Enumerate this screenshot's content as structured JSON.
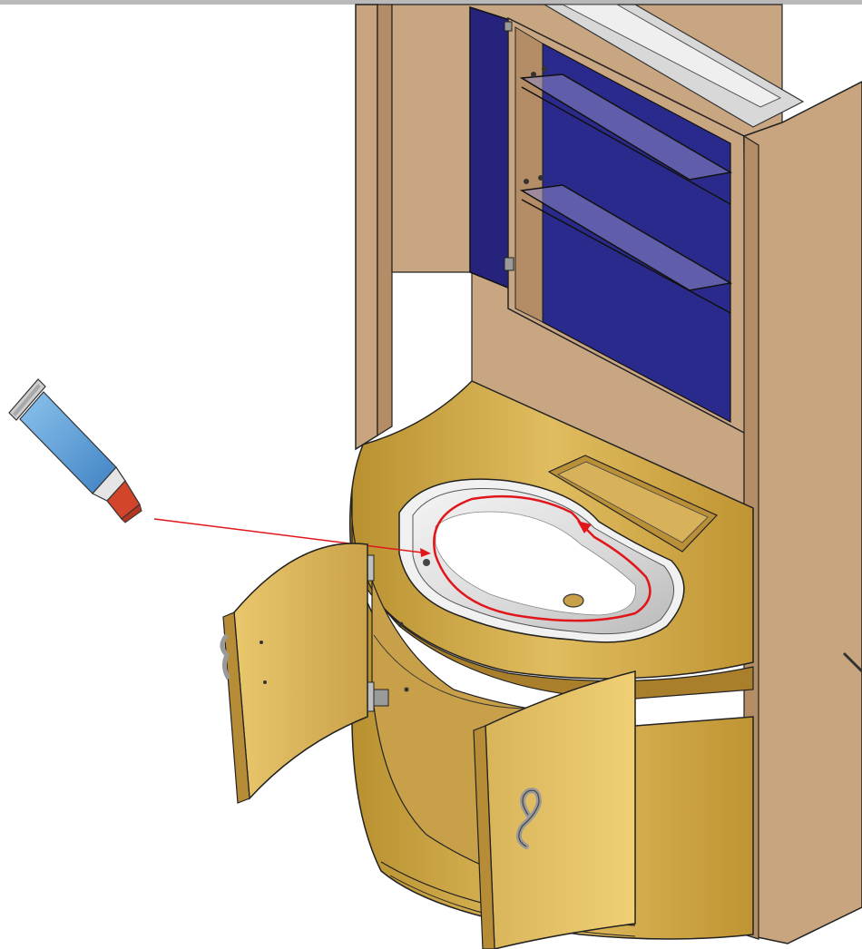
{
  "illustration": {
    "subject": "vanity-cabinet-sink-sealant-application",
    "icons": [
      "sealant-tube-icon",
      "sealant-bead-path",
      "sink-basin",
      "cabinet-door-left",
      "cabinet-door-right",
      "mirror-cabinet",
      "glass-shelf"
    ],
    "colors": {
      "wood": "#c9a04a",
      "wood_light": "#e2bf63",
      "wood_dark": "#a97f2c",
      "panel": "#c8a57f",
      "panel_dark": "#b48d66",
      "mirror_back": "#26237c",
      "basin": "#e8e8e8",
      "bead": "#e0161b",
      "tube_body": "#5c9cd4",
      "tube_cap": "#d2452b",
      "top_bar": "#b9b9b9"
    }
  }
}
